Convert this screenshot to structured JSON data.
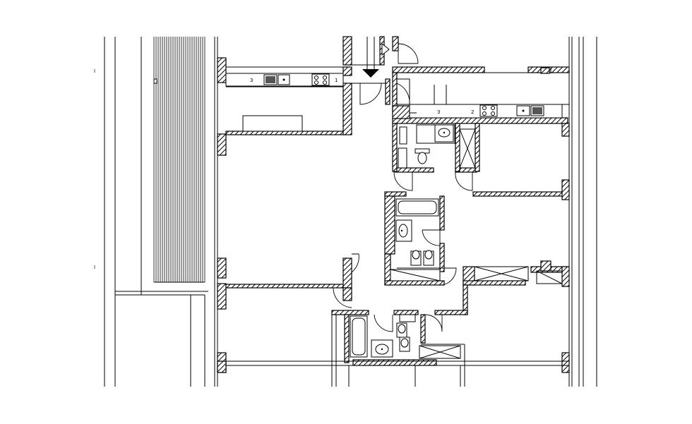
{
  "drawing": {
    "type": "architectural floor plan",
    "stroke_color": "#000000",
    "background_color": "#ffffff",
    "hatch": "diagonal"
  },
  "labels": {
    "left_kitchen_counter": "3",
    "left_kitchen_counter_end": "1",
    "right_kitchen_counter": "3",
    "right_kitchen_counter_mid": "2",
    "tick_upper": "I",
    "tick_lower": "I"
  },
  "icons": [
    "entrance-arrow-icon",
    "stove-icon",
    "sink-icon",
    "toilet-icon",
    "bathtub-icon",
    "washbasin-icon",
    "door-swing-icon"
  ]
}
